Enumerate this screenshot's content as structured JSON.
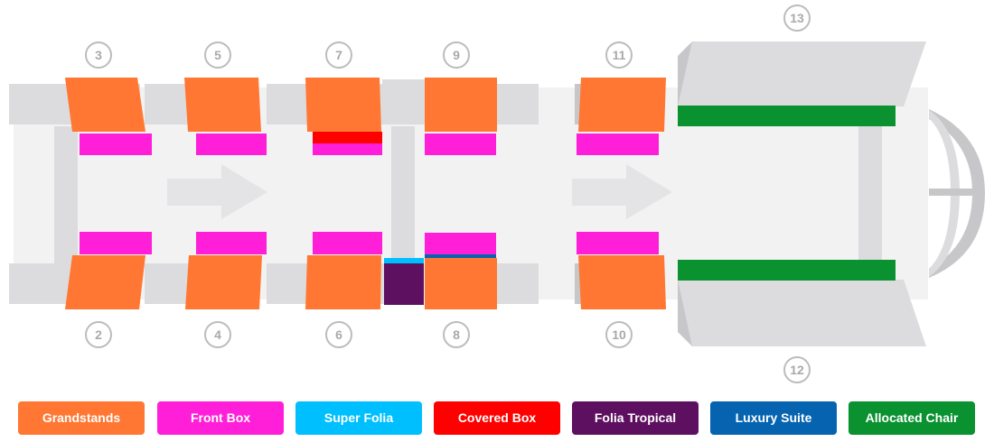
{
  "sectors": {
    "s2": "2",
    "s3": "3",
    "s4": "4",
    "s5": "5",
    "s6": "6",
    "s7": "7",
    "s8": "8",
    "s9": "9",
    "s10": "10",
    "s11": "11",
    "s12": "12",
    "s13": "13"
  },
  "legend": [
    {
      "label": "Grandstands",
      "color": "#ff7733"
    },
    {
      "label": "Front Box",
      "color": "#ff1fd8"
    },
    {
      "label": "Super Folia",
      "color": "#00bfff"
    },
    {
      "label": "Covered Box",
      "color": "#ff0000"
    },
    {
      "label": "Folia Tropical",
      "color": "#5e1060"
    },
    {
      "label": "Luxury Suite",
      "color": "#0563b0"
    },
    {
      "label": "Allocated Chair",
      "color": "#0a9130"
    }
  ],
  "colors": {
    "avenue": "#f2f2f2",
    "structure": "#dcdcde",
    "structure_side": "#c7c7ca",
    "arrow": "#e4e4e6"
  },
  "icons": {
    "direction": "arrow-right-icon"
  }
}
